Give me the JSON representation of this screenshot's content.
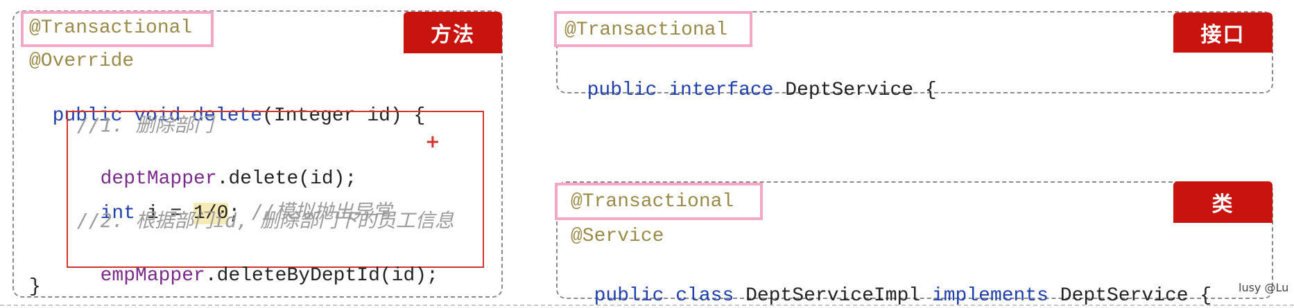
{
  "method_panel": {
    "badge": "方法",
    "annotation_tx": "@Transactional",
    "annotation_override": "@Override",
    "signature": {
      "kw1": "public",
      "kw2": "void",
      "name": "delete",
      "rest": "(Integer id) {"
    },
    "body": {
      "comment1": "//1. 删除部门",
      "line2": {
        "field": "deptMapper",
        "rest": ".delete(id);"
      },
      "line3": {
        "kw": "int",
        "mid": " i = ",
        "hl": "1/0",
        "semi": ";",
        "comment": " //模拟抛出异常"
      },
      "comment4": "//2. 根据部门id, 删除部门下的员工信息",
      "line5": {
        "field": "empMapper",
        "rest": ".deleteByDeptId(id);"
      }
    },
    "closing": "}",
    "cursor_glyph": "+"
  },
  "interface_panel": {
    "badge": "接口",
    "annotation_tx": "@Transactional",
    "decl": {
      "kw1": "public",
      "kw2": "interface",
      "name": "DeptService {"
    }
  },
  "class_panel": {
    "badge": "类",
    "annotation_tx": "@Transactional",
    "annotation_service": "@Service",
    "decl": {
      "kw1": "public",
      "kw2": "class",
      "name1": "DeptServiceImpl",
      "kw3": "implements",
      "name2": "DeptService {"
    }
  },
  "watermark": "lusy @Lu",
  "colors": {
    "badge_red": "#c8130f",
    "annotation_highlight_pink": "#f2a7c4",
    "keyword_blue": "#1f3fae",
    "annotation_olive": "#9a8a4a",
    "comment_gray": "#9b9b9b"
  }
}
